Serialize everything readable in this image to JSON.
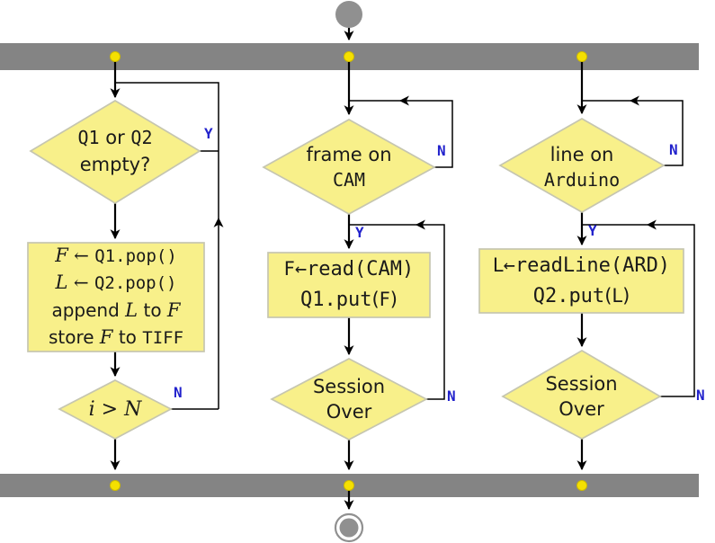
{
  "branch": {
    "yes": "Y",
    "no": "N"
  },
  "left": {
    "decision_top": {
      "seg1": "Q1",
      "seg2": " or ",
      "seg3": "Q2",
      "line2": "empty?"
    },
    "box": {
      "l1_var": "F",
      "l1_op": " ← ",
      "l1_code": "Q1.pop()",
      "l2_var": "L",
      "l2_op": " ← ",
      "l2_code": "Q2.pop()",
      "l3_pre": "append ",
      "l3_var": "L",
      "l3_mid": " to ",
      "l3_var2": "F",
      "l4_pre": "store ",
      "l4_var": "F",
      "l4_mid": " to ",
      "l4_code": "TIFF"
    },
    "decision_bottom": {
      "var1": "i",
      "op": " > ",
      "var2": "N"
    }
  },
  "middle": {
    "decision_top": {
      "line1": "frame on",
      "line2": "CAM"
    },
    "box": {
      "l1_var": "F",
      "l1_code": "←read(CAM)",
      "l2_code": "Q1.put",
      "l2_var": "(F)"
    },
    "decision_bottom": {
      "line1": "Session",
      "line2": "Over"
    }
  },
  "right": {
    "decision_top": {
      "line1": "line on",
      "line2": "Arduino"
    },
    "box": {
      "l1_var": "L",
      "l1_code": "←readLine(ARD)",
      "l2_code": "Q2.put",
      "l2_var": "(L)"
    },
    "decision_bottom": {
      "line1": "Session",
      "line2": "Over"
    }
  },
  "colors": {
    "bar": "#848484",
    "node": "#909090",
    "shape_fill": "#f8f08a",
    "shape_stroke": "#c6c6b0",
    "dot_fill": "#f5e000",
    "dot_stroke": "#cdba00",
    "line": "#000000",
    "branch_label": "#2222cc",
    "background": "#ffffff",
    "text": "#1a1a1a"
  }
}
